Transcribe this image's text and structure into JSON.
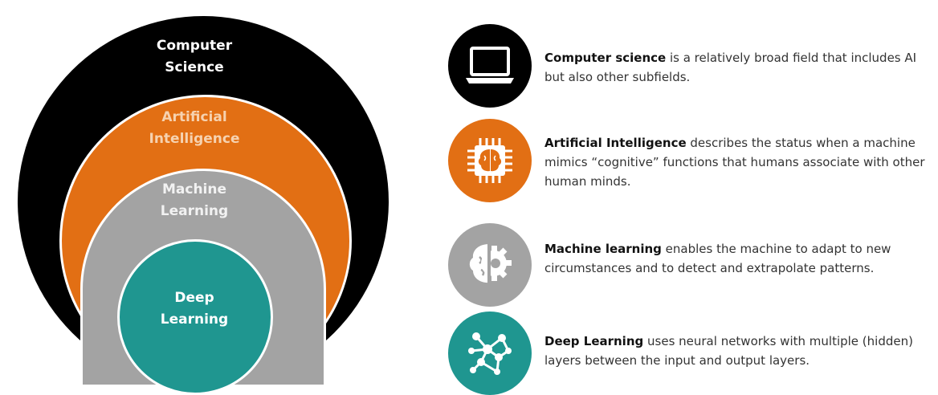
{
  "circles": {
    "computer_science": "Computer\nScience",
    "artificial_intelligence": "Artificial\nIntelligence",
    "machine_learning": "Machine\nLearning",
    "deep_learning": "Deep\nLearning"
  },
  "descriptions": [
    {
      "term": "Computer science",
      "text": " is a relatively broad field that includes AI but also other subfields.",
      "icon": "laptop-icon"
    },
    {
      "term": "Artificial Intelligence",
      "text": " describes the status when a machine mimics “cognitive” functions that humans associate with other human minds.",
      "icon": "brain-chip-icon"
    },
    {
      "term": "Machine learning",
      "text": " enables the machine to adapt to new circumstances and to detect and extrapolate patterns.",
      "icon": "brain-gear-icon"
    },
    {
      "term": "Deep Learning",
      "text": " uses neural networks with multiple (hidden) layers between the input and output layers.",
      "icon": "neural-network-icon"
    }
  ],
  "colors": {
    "computer_science": "#000000",
    "artificial_intelligence": "#e26f14",
    "machine_learning": "#a3a3a3",
    "deep_learning": "#1f9690"
  }
}
